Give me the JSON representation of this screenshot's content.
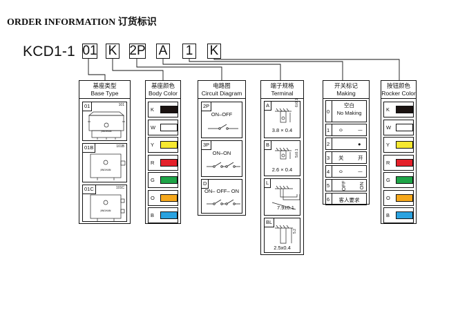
{
  "title": "ORDER INFORMATION 订货标识",
  "code": {
    "prefix": "KCD1-1",
    "boxes": [
      "01",
      "K",
      "2P",
      "A",
      "1",
      "K"
    ]
  },
  "base_type": {
    "header": [
      "基座类型",
      "Base Type"
    ],
    "items": [
      {
        "code": "01",
        "label": "101"
      },
      {
        "code": "01B",
        "label": "101B"
      },
      {
        "code": "01C",
        "label": "101C"
      }
    ],
    "logo_text": "JINGHAN"
  },
  "body_color": {
    "header": [
      "基座颜色",
      "Body Color"
    ],
    "items": [
      {
        "code": "K",
        "color": "#1a1210"
      },
      {
        "code": "W",
        "color": "#ffffff"
      },
      {
        "code": "Y",
        "color": "#f6e830"
      },
      {
        "code": "R",
        "color": "#e4202a"
      },
      {
        "code": "G",
        "color": "#1ea447"
      },
      {
        "code": "O",
        "color": "#f6a81c"
      },
      {
        "code": "B",
        "color": "#2aa2e0"
      }
    ]
  },
  "circuit": {
    "header": [
      "电路图",
      "Circuit Diagram"
    ],
    "items": [
      {
        "code": "2P",
        "label": "ON–OFF"
      },
      {
        "code": "3P",
        "label": "ON–ON"
      },
      {
        "code": "D",
        "label": "ON– OFF– ON"
      }
    ]
  },
  "terminal": {
    "header": [
      "端子规格",
      "Terminal"
    ],
    "items": [
      {
        "code": "A",
        "dim": "3.8 × 0.4",
        "side": "6±0.1"
      },
      {
        "code": "B",
        "dim": "2.6 × 0.4",
        "side": "5±0.1"
      },
      {
        "code": "L",
        "dim": "7.9±0.1",
        "side": ""
      },
      {
        "code": "BL",
        "dim": "2.5x0.4",
        "side": "5.2"
      }
    ]
  },
  "making": {
    "header": [
      "开关标记",
      "Making"
    ],
    "items": [
      {
        "code": "0",
        "text": "空白",
        "text2": "No Making"
      },
      {
        "code": "1",
        "left": "ㅇ",
        "right": "ㅡ"
      },
      {
        "code": "2",
        "left": "",
        "right": "●"
      },
      {
        "code": "3",
        "left": "关",
        "right": "开"
      },
      {
        "code": "4",
        "left": "ㅇ",
        "right": "ㅡ"
      },
      {
        "code": "5",
        "left": "OFF",
        "right": "ON"
      },
      {
        "code": "6",
        "text": "客人要求"
      }
    ]
  },
  "rocker_color": {
    "header": [
      "按钮颜色",
      "Rocker Color"
    ],
    "items": [
      {
        "code": "K",
        "color": "#1a1210"
      },
      {
        "code": "W",
        "color": "#ffffff"
      },
      {
        "code": "Y",
        "color": "#f6e830"
      },
      {
        "code": "R",
        "color": "#e4202a"
      },
      {
        "code": "G",
        "color": "#1ea447"
      },
      {
        "code": "O",
        "color": "#f6a81c"
      },
      {
        "code": "B",
        "color": "#2aa2e0"
      }
    ]
  }
}
